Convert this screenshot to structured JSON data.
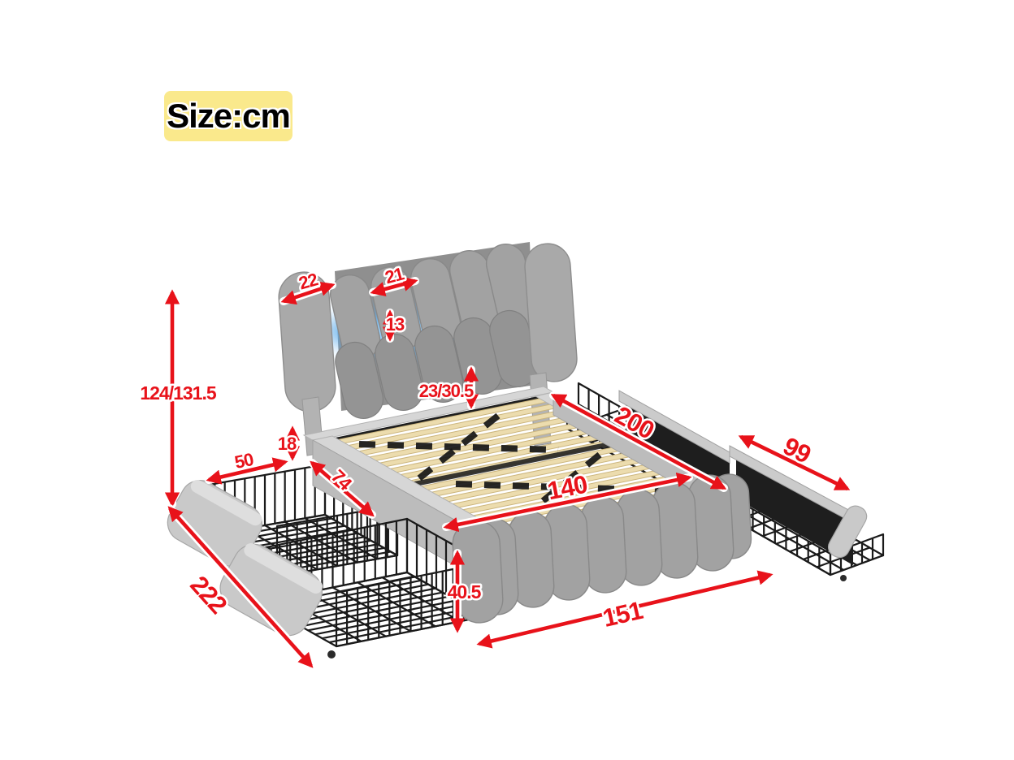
{
  "diagram": {
    "badge": {
      "label": "Size:cm"
    },
    "unit": "cm",
    "dimensions": {
      "pillar_top_width": "22",
      "cushion_width": "21",
      "led_gap_height": "13",
      "headboard_to_frame": "23/30.5",
      "overall_height": "124/131.5",
      "frame_clearance": "18",
      "side_drawer_width": "50",
      "side_drawer_depth": "74",
      "slat_width": "140",
      "bed_length": "200",
      "foot_drawer_length": "99",
      "overall_length": "222",
      "overall_width": "151",
      "footboard_height": "40.5"
    },
    "colors": {
      "dimension_red": "#e8121a",
      "badge_yellow": "#fae98c",
      "fabric_gray": "#a2a2a2",
      "slat_wood": "#ecdcae",
      "led_blue": "#5aa7e8",
      "wire_black": "#1a1a1a"
    }
  }
}
